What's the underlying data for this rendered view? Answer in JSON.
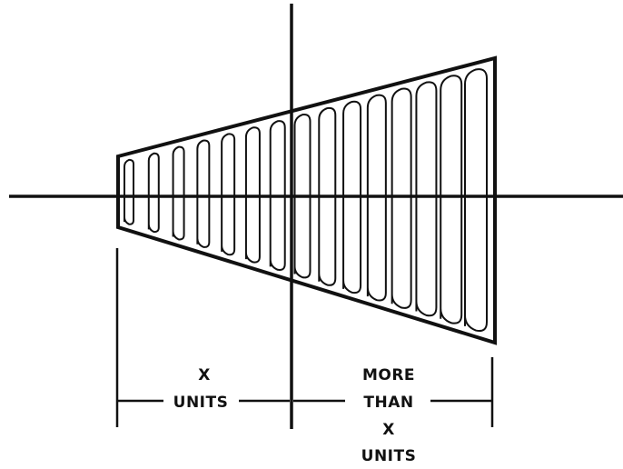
{
  "colors": {
    "ink": "#111111",
    "background": "#ffffff"
  },
  "labels": {
    "left_x": "X",
    "left_units": "UNITS",
    "right_more": "MORE",
    "right_than": "THAN",
    "right_x": "X",
    "right_units": "UNITS"
  }
}
